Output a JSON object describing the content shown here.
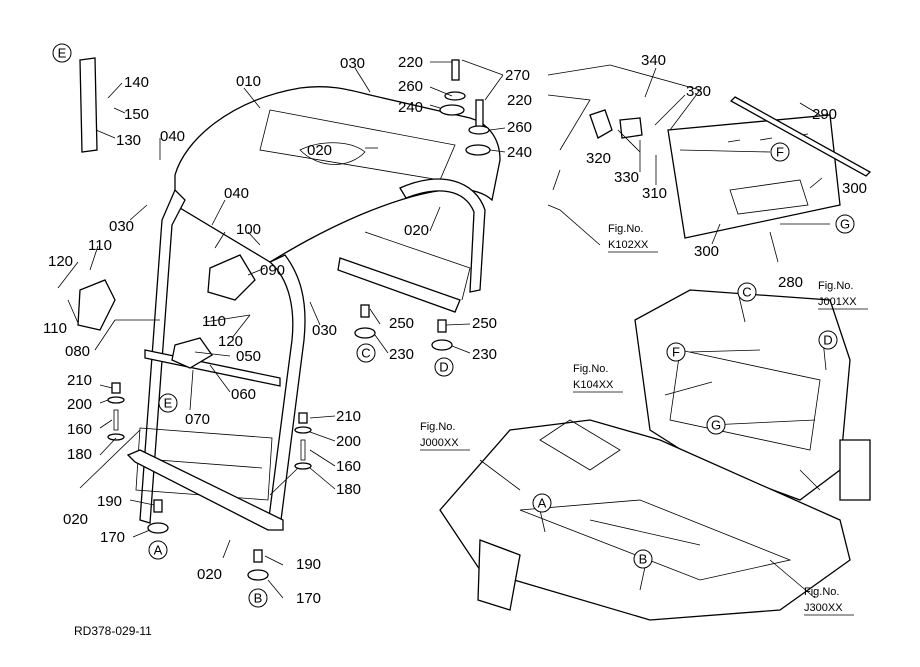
{
  "drawing_code": "RD378-029-11",
  "part_numbers": {
    "p010": "010",
    "p020a": "020",
    "p020b": "020",
    "p020c": "020",
    "p020d": "020",
    "p030a": "030",
    "p030b": "030",
    "p030c": "030",
    "p040a": "040",
    "p040b": "040",
    "p050": "050",
    "p060": "060",
    "p070": "070",
    "p080": "080",
    "p090": "090",
    "p100": "100",
    "p110a": "110",
    "p110b": "110",
    "p110c": "110",
    "p120a": "120",
    "p120b": "120",
    "p130": "130",
    "p140": "140",
    "p150": "150",
    "p160a": "160",
    "p160b": "160",
    "p170a": "170",
    "p170b": "170",
    "p180a": "180",
    "p180b": "180",
    "p190a": "190",
    "p190b": "190",
    "p200a": "200",
    "p200b": "200",
    "p210a": "210",
    "p210b": "210",
    "p220a": "220",
    "p220b": "220",
    "p230a": "230",
    "p230b": "230",
    "p240a": "240",
    "p240b": "240",
    "p250a": "250",
    "p250b": "250",
    "p260a": "260",
    "p260b": "260",
    "p270": "270",
    "p280": "280",
    "p290": "290",
    "p300a": "300",
    "p300b": "300",
    "p310": "310",
    "p320": "320",
    "p330a": "330",
    "p330b": "330",
    "p340": "340"
  },
  "callouts": {
    "e1": "E",
    "e2": "E",
    "a1": "A",
    "a2": "A",
    "b1": "B",
    "b2": "B",
    "c1": "C",
    "c2": "C",
    "d1": "D",
    "d2": "D",
    "f1": "F",
    "f2": "F",
    "g1": "G",
    "g2": "G"
  },
  "figure_refs": {
    "k102": {
      "title": "Fig.No.",
      "code": "K102XX"
    },
    "j001": {
      "title": "Fig.No.",
      "code": "J001XX"
    },
    "k104": {
      "title": "Fig.No.",
      "code": "K104XX"
    },
    "j000": {
      "title": "Fig.No.",
      "code": "J000XX"
    },
    "j300": {
      "title": "Fig.No.",
      "code": "J300XX"
    }
  }
}
